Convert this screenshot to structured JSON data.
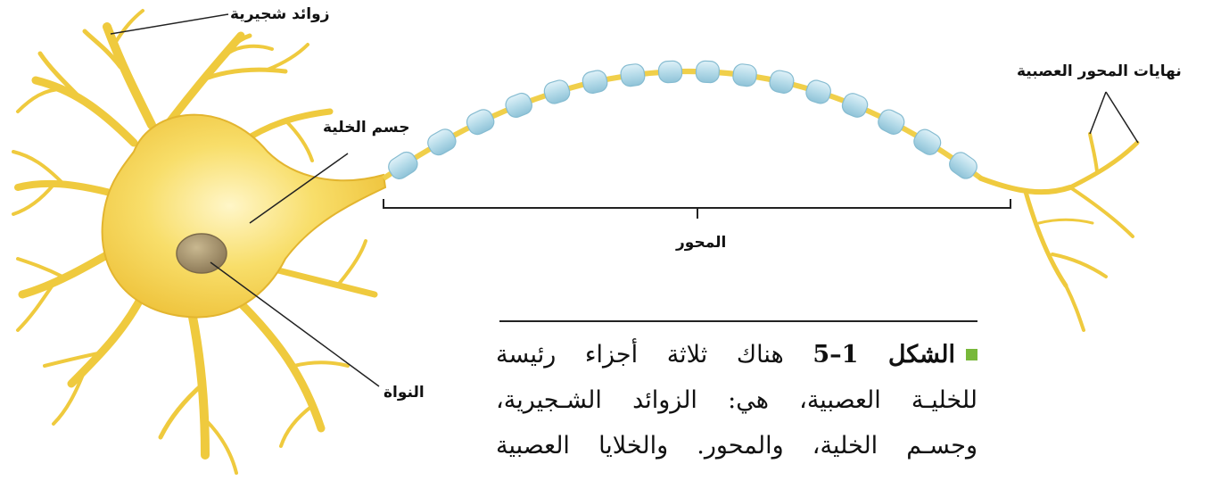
{
  "labels": {
    "dendrites": "زوائد شجيرية",
    "cell_body": "جسم الخلية",
    "nucleus": "النواة",
    "axon": "المحور",
    "axon_terminals": "نهايات المحور العصبية"
  },
  "caption": {
    "figure_label": "الشكل 1–5",
    "line1_rest": "هناك ثلاثة أجزاء رئيسة",
    "line2": "للخليـة العصبية، هي: الزوائد الشـجيرية،",
    "line3": "وجسـم الخلية، والمحور. والخلايا العصبية"
  },
  "colors": {
    "neuron": "#f2cf3c",
    "neuron_light": "#fbe98d",
    "myelin": "#b7dcea",
    "nucleus": "#9a8a6a",
    "marker": "#78b83a"
  }
}
